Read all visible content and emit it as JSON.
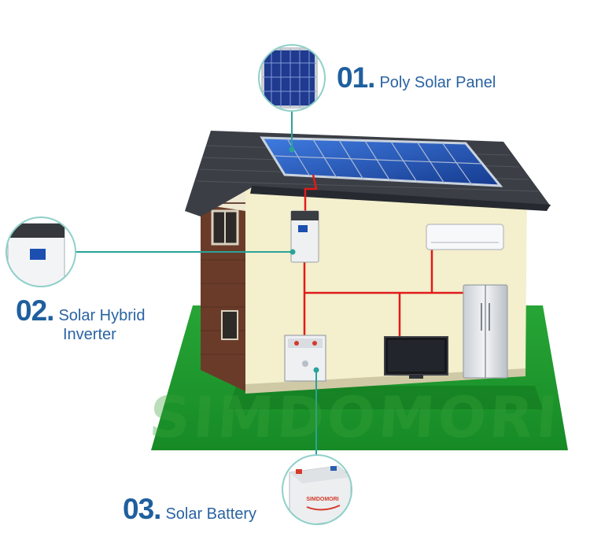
{
  "components": [
    {
      "number": "01.",
      "name": "Poly Solar Panel"
    },
    {
      "number": "02.",
      "name": "Solar Hybrid",
      "name_line2": "Inverter"
    },
    {
      "number": "03.",
      "name": "Solar Battery"
    }
  ],
  "watermark": "SIMDOMORI",
  "battery_brand": "SIMDOMORI",
  "colors": {
    "label_blue": "#1f5f9e",
    "callout_line": "#2aa39a",
    "wiring": "#e01b1b",
    "lawn": "#1f9a2c",
    "wall": "#f4efcc",
    "roof": "#3b3f45",
    "solar_cell": "#1f4fa8"
  }
}
